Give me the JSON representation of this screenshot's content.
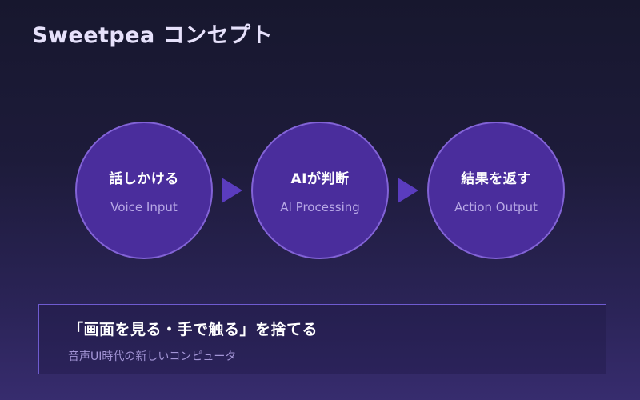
{
  "slide": {
    "title": "Sweetpea コンセプト"
  },
  "steps": [
    {
      "jp": "話しかける",
      "en": "Voice Input"
    },
    {
      "jp": "AIが判断",
      "en": "AI Processing"
    },
    {
      "jp": "結果を返す",
      "en": "Action Output"
    }
  ],
  "footer": {
    "heading": "「画面を見る・手で触る」を捨てる",
    "subheading": "音声UI時代の新しいコンピュータ"
  },
  "icons": {
    "arrow": "arrow-right-icon"
  },
  "colors": {
    "background_top": "#17172e",
    "background_bottom": "#372c6e",
    "circle_fill": "#4a2d9c",
    "circle_border": "#8263d6",
    "arrow": "#5a3cbe",
    "title_text": "#e6e1fb",
    "step_jp_text": "#ffffff",
    "step_en_text": "#b8a9e6",
    "footer_border": "#6f5bd0",
    "footer_heading_text": "#ffffff",
    "footer_sub_text": "#a395d6"
  }
}
